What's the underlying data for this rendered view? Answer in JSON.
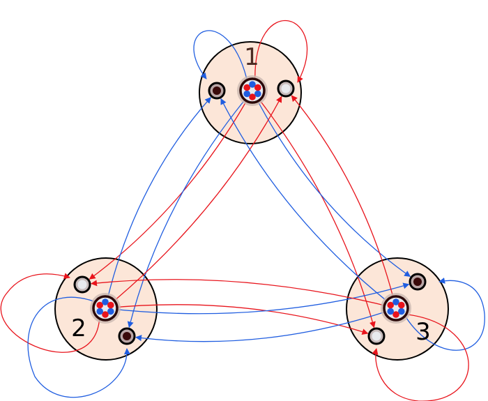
{
  "nodes": [
    {
      "label": "1"
    },
    {
      "label": "2"
    },
    {
      "label": "3"
    }
  ],
  "colors": {
    "node_fill": "#fce6d8",
    "red_edge": "#e8141c",
    "blue_edge": "#1f5de0",
    "dark_port": "#3a0a0a",
    "light_port": "#e8eaee",
    "label_node1": "#4a2a22",
    "label_other": "#000000"
  }
}
